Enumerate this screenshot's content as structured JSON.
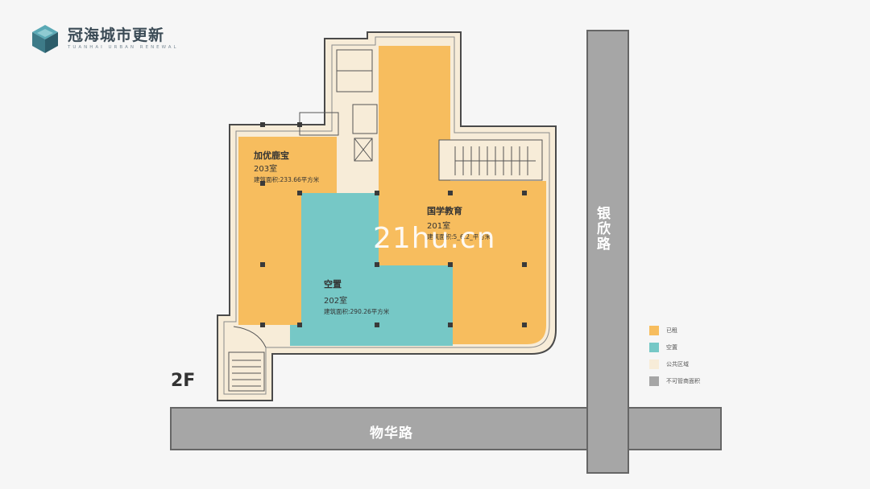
{
  "brand": {
    "name_cn": "冠海城市更新",
    "name_en": "TUANHAI URBAN RENEWAL"
  },
  "floor": "2F",
  "roads": {
    "horizontal": "物华路",
    "vertical": "银欣路"
  },
  "watermark": "21hu.cn",
  "rooms": [
    {
      "tenant": "加优鹿宝",
      "number": "203室",
      "area": "建筑面积:233.66平方米",
      "status": "leased"
    },
    {
      "tenant": "空置",
      "number": "202室",
      "area": "建筑面积:290.26平方米",
      "status": "vacant"
    },
    {
      "tenant": "国学教育",
      "number": "201室",
      "area": "建筑面积:5_6.2_平方米",
      "status": "leased"
    }
  ],
  "legend": [
    {
      "label": "已租",
      "color": "#f7bd5e"
    },
    {
      "label": "空置",
      "color": "#76c8c6"
    },
    {
      "label": "公共区域",
      "color": "#f7ecd8"
    },
    {
      "label": "不可管商面积",
      "color": "#a6a6a6"
    }
  ],
  "colors": {
    "leased": "#f7bd5e",
    "vacant": "#76c8c6",
    "public": "#f7ecd8",
    "road": "#a6a6a6"
  }
}
